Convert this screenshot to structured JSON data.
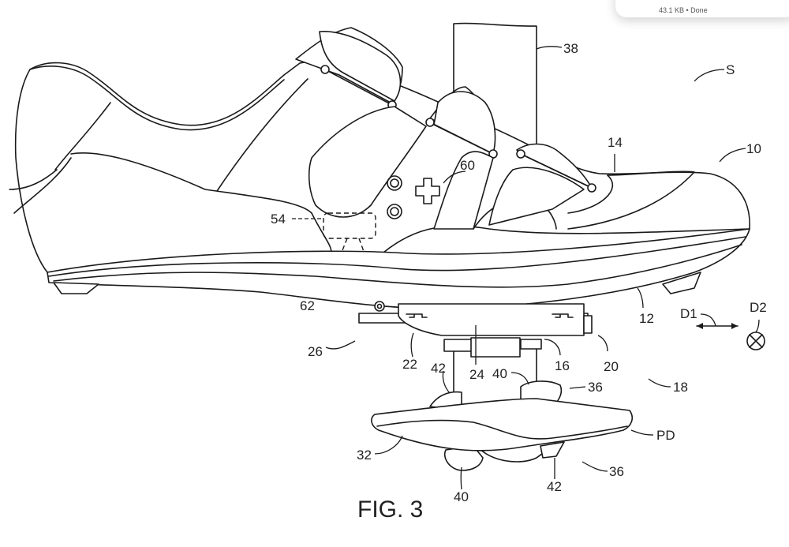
{
  "download": {
    "status": "43.1 KB • Done"
  },
  "figure": {
    "caption": "FIG. 3",
    "subject": "bicycle shoe with cleat and pedal",
    "labels": {
      "l38": "38",
      "lS": "S",
      "l14": "14",
      "l10": "10",
      "l60": "60",
      "l54": "54",
      "l62": "62",
      "l12": "12",
      "lD1": "D1",
      "lD2": "D2",
      "l26": "26",
      "l22": "22",
      "l24": "24",
      "l16": "16",
      "l20": "20",
      "l42a": "42",
      "l40a": "40",
      "l36a": "36",
      "l18": "18",
      "lPD": "PD",
      "l32": "32",
      "l40b": "40",
      "l42b": "42",
      "l36b": "36"
    }
  }
}
